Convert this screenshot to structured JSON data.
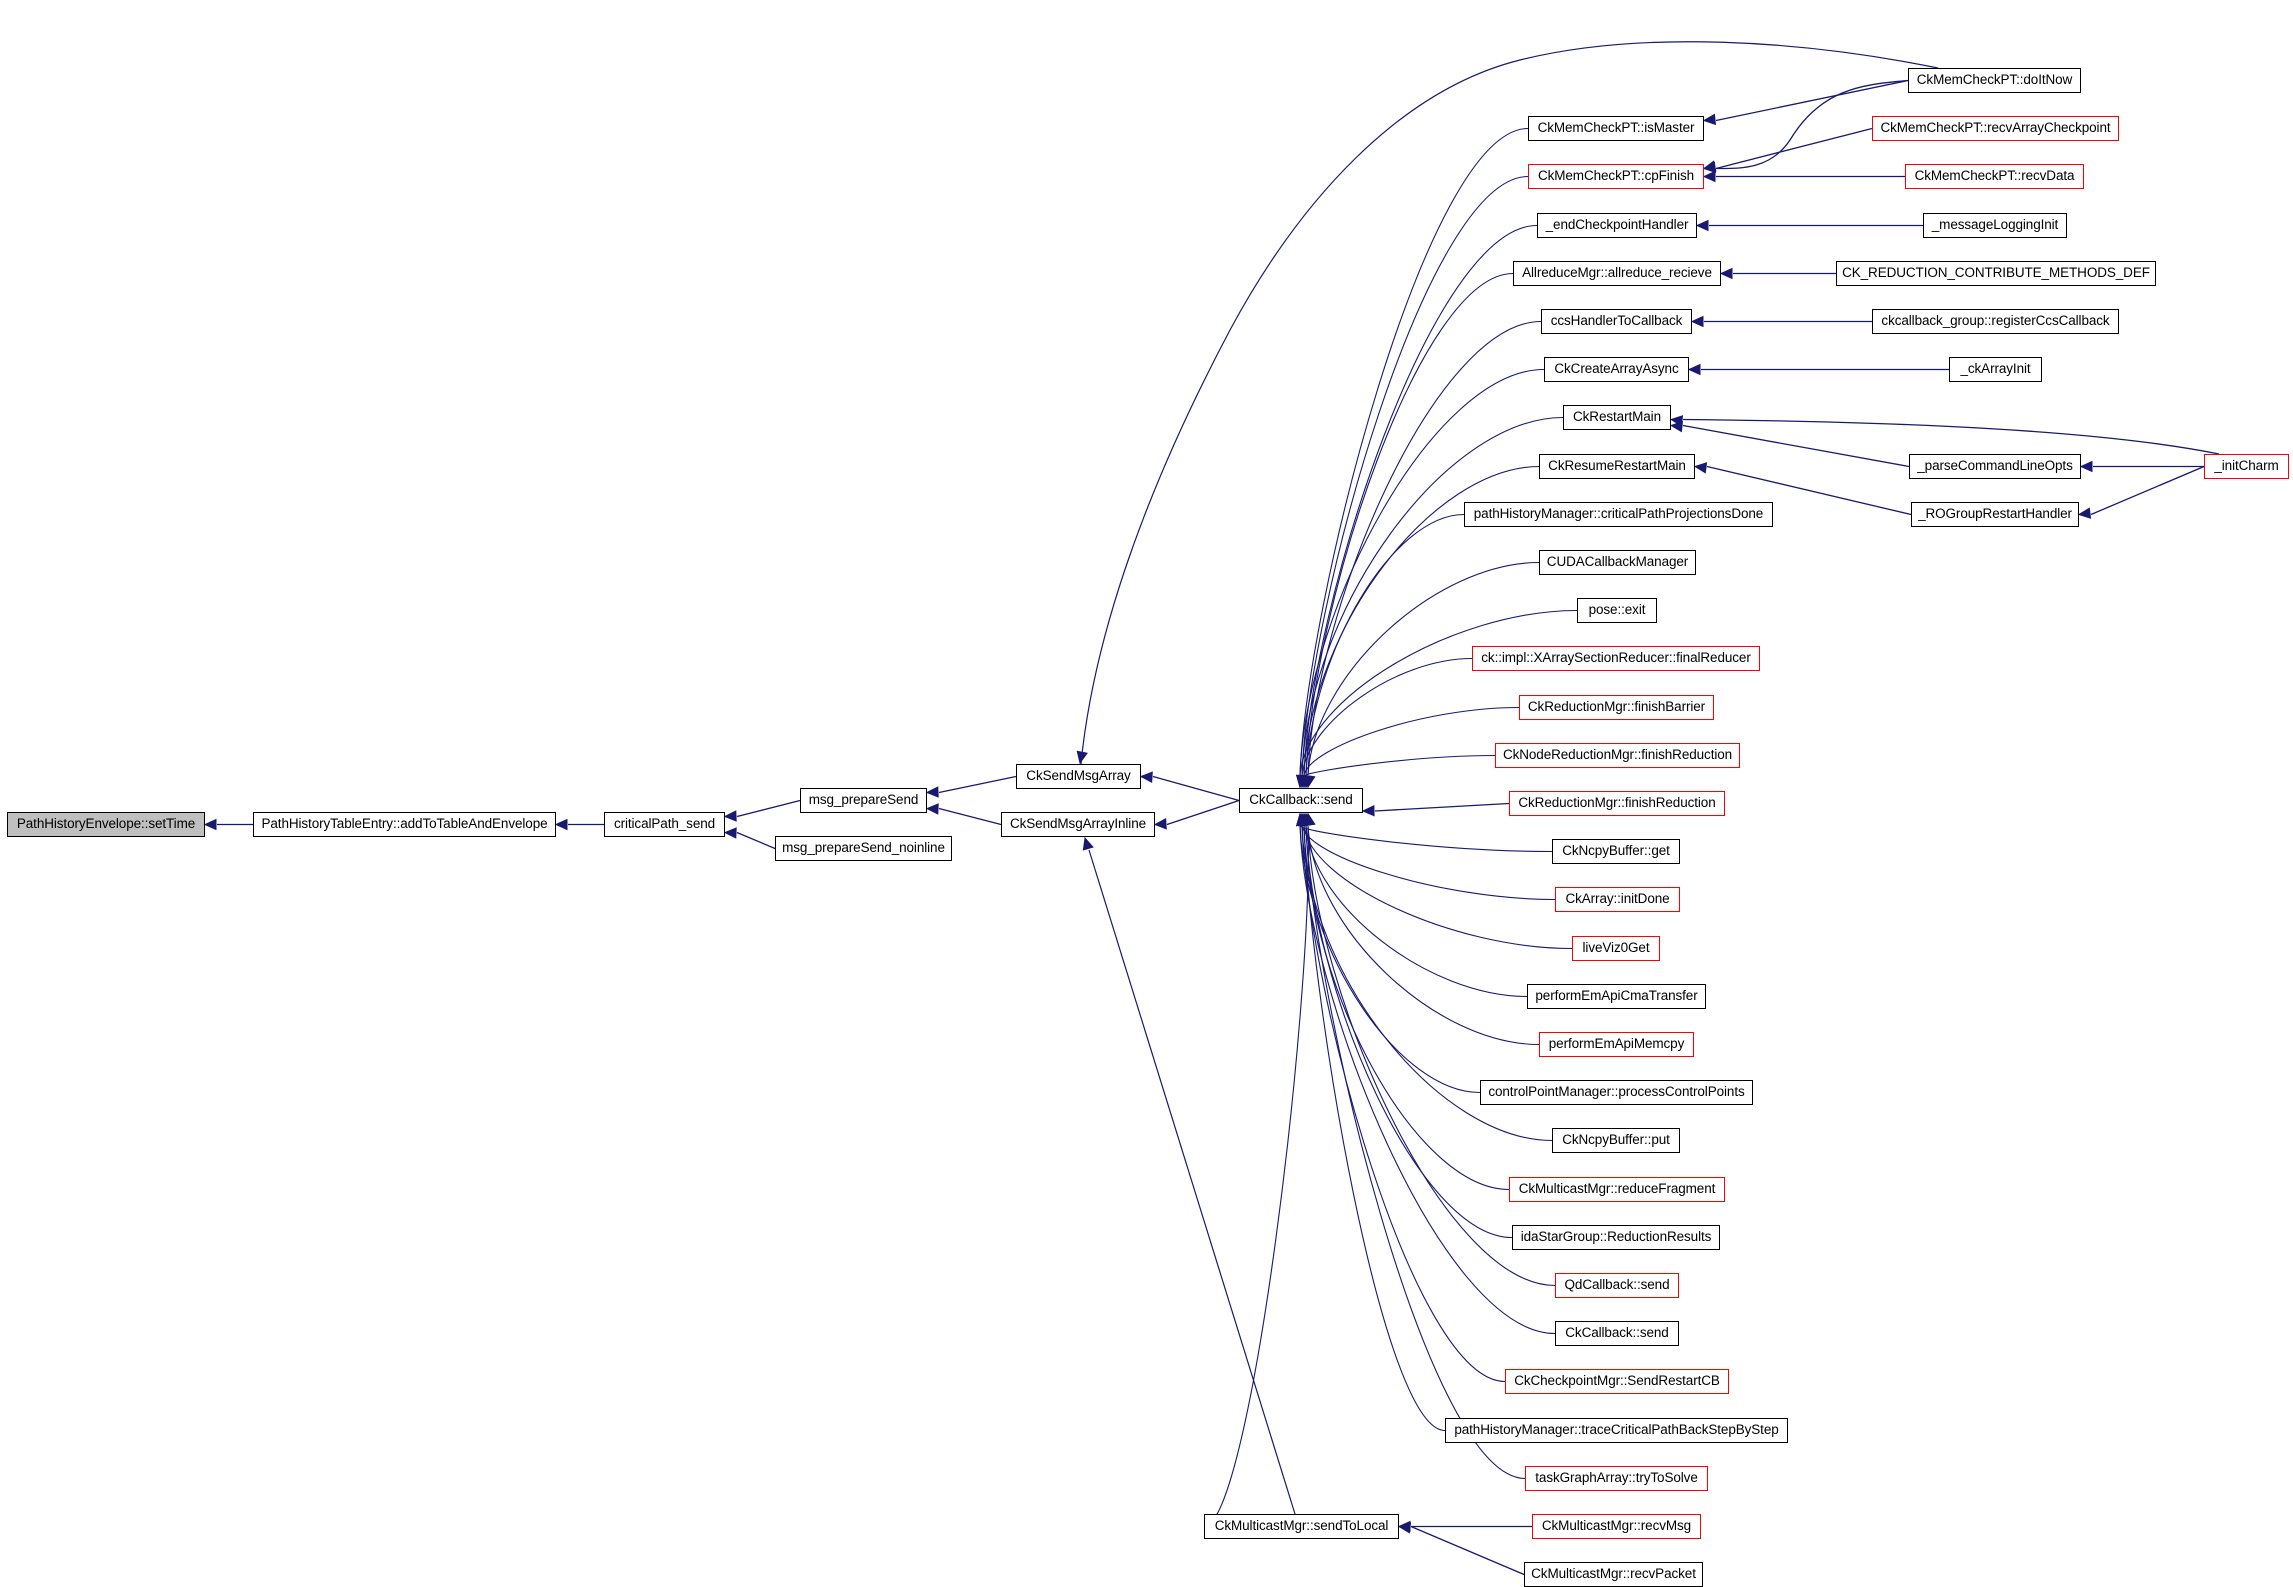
{
  "title": "Caller graph for PathHistoryEnvelope::setTime",
  "colors": {
    "edge": "#191970",
    "normal_border": "#000000",
    "incomplete_border": "#ff0000",
    "root_fill": "#bfbfbf"
  },
  "nodes": {
    "setTime": {
      "label": "PathHistoryEnvelope::setTime",
      "style": "root"
    },
    "addToTable": {
      "label": "PathHistoryTableEntry::addToTableAndEnvelope",
      "style": "normal"
    },
    "criticalPathSend": {
      "label": "criticalPath_send",
      "style": "normal"
    },
    "msgPrepareSend": {
      "label": "msg_prepareSend",
      "style": "normal"
    },
    "msgPrepareSendNoinline": {
      "label": "msg_prepareSend_noinline",
      "style": "normal"
    },
    "ckSendMsgArray": {
      "label": "CkSendMsgArray",
      "style": "normal"
    },
    "ckSendMsgArrayInline": {
      "label": "CkSendMsgArrayInline",
      "style": "normal"
    },
    "ckCallbackSend": {
      "label": "CkCallback::send",
      "style": "normal"
    },
    "doItNow": {
      "label": "CkMemCheckPT::doItNow",
      "style": "normal"
    },
    "isMaster": {
      "label": "CkMemCheckPT::isMaster",
      "style": "normal"
    },
    "recvArrayCheckpoint": {
      "label": "CkMemCheckPT::recvArrayCheckpoint",
      "style": "incomplete"
    },
    "cpFinish": {
      "label": "CkMemCheckPT::cpFinish",
      "style": "incomplete"
    },
    "recvData": {
      "label": "CkMemCheckPT::recvData",
      "style": "incomplete"
    },
    "endCheckpointHandler": {
      "label": "_endCheckpointHandler",
      "style": "normal"
    },
    "messageLoggingInit": {
      "label": "_messageLoggingInit",
      "style": "normal"
    },
    "allreduceRecieve": {
      "label": "AllreduceMgr::allreduce_recieve",
      "style": "normal"
    },
    "ckReductionDef": {
      "label": "CK_REDUCTION_CONTRIBUTE_METHODS_DEF",
      "style": "normal"
    },
    "ccsHandlerToCallback": {
      "label": "ccsHandlerToCallback",
      "style": "normal"
    },
    "registerCcsCallback": {
      "label": "ckcallback_group::registerCcsCallback",
      "style": "normal"
    },
    "ckCreateArrayAsync": {
      "label": "CkCreateArrayAsync",
      "style": "normal"
    },
    "ckArrayInit": {
      "label": "_ckArrayInit",
      "style": "normal"
    },
    "ckRestartMain": {
      "label": "CkRestartMain",
      "style": "normal"
    },
    "parseCommandLineOpts": {
      "label": "_parseCommandLineOpts",
      "style": "normal"
    },
    "initCharm": {
      "label": "_initCharm",
      "style": "incomplete"
    },
    "ckResumeRestartMain": {
      "label": "CkResumeRestartMain",
      "style": "normal"
    },
    "roGroupRestartHandler": {
      "label": "_ROGroupRestartHandler",
      "style": "normal"
    },
    "critPathProjDone": {
      "label": "pathHistoryManager::criticalPathProjectionsDone",
      "style": "normal"
    },
    "cudaCallbackManager": {
      "label": "CUDACallbackManager",
      "style": "normal"
    },
    "poseExit": {
      "label": "pose::exit",
      "style": "normal"
    },
    "finalReducer": {
      "label": "ck::impl::XArraySectionReducer::finalReducer",
      "style": "incomplete"
    },
    "finishBarrier": {
      "label": "CkReductionMgr::finishBarrier",
      "style": "incomplete"
    },
    "nodeFinishReduction": {
      "label": "CkNodeReductionMgr::finishReduction",
      "style": "incomplete"
    },
    "finishReduction": {
      "label": "CkReductionMgr::finishReduction",
      "style": "incomplete"
    },
    "ncpyGet": {
      "label": "CkNcpyBuffer::get",
      "style": "normal"
    },
    "arrayInitDone": {
      "label": "CkArray::initDone",
      "style": "incomplete"
    },
    "liveViz0Get": {
      "label": "liveViz0Get",
      "style": "incomplete"
    },
    "emApiCmaTransfer": {
      "label": "performEmApiCmaTransfer",
      "style": "normal"
    },
    "emApiMemcpy": {
      "label": "performEmApiMemcpy",
      "style": "incomplete"
    },
    "processControlPoints": {
      "label": "controlPointManager::processControlPoints",
      "style": "normal"
    },
    "ncpyPut": {
      "label": "CkNcpyBuffer::put",
      "style": "normal"
    },
    "reduceFragment": {
      "label": "CkMulticastMgr::reduceFragment",
      "style": "incomplete"
    },
    "reductionResults": {
      "label": "idaStarGroup::ReductionResults",
      "style": "normal"
    },
    "qdCallbackSend": {
      "label": "QdCallback::send",
      "style": "incomplete"
    },
    "ckCallbackSend2": {
      "label": "CkCallback::send",
      "style": "normal"
    },
    "sendRestartCB": {
      "label": "CkCheckpointMgr::SendRestartCB",
      "style": "incomplete"
    },
    "traceCritPath": {
      "label": "pathHistoryManager::traceCriticalPathBackStepByStep",
      "style": "normal"
    },
    "tryToSolve": {
      "label": "taskGraphArray::tryToSolve",
      "style": "incomplete"
    },
    "sendToLocal": {
      "label": "CkMulticastMgr::sendToLocal",
      "style": "normal"
    },
    "mcRecvMsg": {
      "label": "CkMulticastMgr::recvMsg",
      "style": "incomplete"
    },
    "mcRecvPacket": {
      "label": "CkMulticastMgr::recvPacket",
      "style": "normal"
    }
  },
  "edges": [
    [
      "addToTable",
      "setTime"
    ],
    [
      "criticalPathSend",
      "addToTable"
    ],
    [
      "msgPrepareSend",
      "criticalPathSend"
    ],
    [
      "msgPrepareSendNoinline",
      "criticalPathSend"
    ],
    [
      "ckSendMsgArray",
      "msgPrepareSend"
    ],
    [
      "ckSendMsgArrayInline",
      "msgPrepareSend"
    ],
    [
      "ckCallbackSend",
      "ckSendMsgArray"
    ],
    [
      "ckCallbackSend",
      "ckSendMsgArrayInline"
    ],
    [
      "doItNow",
      "ckSendMsgArray"
    ],
    [
      "sendToLocal",
      "ckSendMsgArrayInline"
    ],
    [
      "isMaster",
      "ckCallbackSend"
    ],
    [
      "cpFinish",
      "ckCallbackSend"
    ],
    [
      "endCheckpointHandler",
      "ckCallbackSend"
    ],
    [
      "allreduceRecieve",
      "ckCallbackSend"
    ],
    [
      "ccsHandlerToCallback",
      "ckCallbackSend"
    ],
    [
      "ckCreateArrayAsync",
      "ckCallbackSend"
    ],
    [
      "ckRestartMain",
      "ckCallbackSend"
    ],
    [
      "ckResumeRestartMain",
      "ckCallbackSend"
    ],
    [
      "critPathProjDone",
      "ckCallbackSend"
    ],
    [
      "cudaCallbackManager",
      "ckCallbackSend"
    ],
    [
      "poseExit",
      "ckCallbackSend"
    ],
    [
      "finalReducer",
      "ckCallbackSend"
    ],
    [
      "finishBarrier",
      "ckCallbackSend"
    ],
    [
      "nodeFinishReduction",
      "ckCallbackSend"
    ],
    [
      "finishReduction",
      "ckCallbackSend"
    ],
    [
      "ncpyGet",
      "ckCallbackSend"
    ],
    [
      "arrayInitDone",
      "ckCallbackSend"
    ],
    [
      "liveViz0Get",
      "ckCallbackSend"
    ],
    [
      "emApiCmaTransfer",
      "ckCallbackSend"
    ],
    [
      "emApiMemcpy",
      "ckCallbackSend"
    ],
    [
      "processControlPoints",
      "ckCallbackSend"
    ],
    [
      "ncpyPut",
      "ckCallbackSend"
    ],
    [
      "reduceFragment",
      "ckCallbackSend"
    ],
    [
      "reductionResults",
      "ckCallbackSend"
    ],
    [
      "qdCallbackSend",
      "ckCallbackSend"
    ],
    [
      "ckCallbackSend2",
      "ckCallbackSend"
    ],
    [
      "sendRestartCB",
      "ckCallbackSend"
    ],
    [
      "traceCritPath",
      "ckCallbackSend"
    ],
    [
      "tryToSolve",
      "ckCallbackSend"
    ],
    [
      "sendToLocal",
      "ckCallbackSend"
    ],
    [
      "doItNow",
      "isMaster"
    ],
    [
      "doItNow",
      "cpFinish"
    ],
    [
      "recvArrayCheckpoint",
      "cpFinish"
    ],
    [
      "recvData",
      "cpFinish"
    ],
    [
      "messageLoggingInit",
      "endCheckpointHandler"
    ],
    [
      "ckReductionDef",
      "allreduceRecieve"
    ],
    [
      "registerCcsCallback",
      "ccsHandlerToCallback"
    ],
    [
      "ckArrayInit",
      "ckCreateArrayAsync"
    ],
    [
      "initCharm",
      "ckRestartMain"
    ],
    [
      "parseCommandLineOpts",
      "ckRestartMain"
    ],
    [
      "initCharm",
      "parseCommandLineOpts"
    ],
    [
      "roGroupRestartHandler",
      "ckResumeRestartMain"
    ],
    [
      "initCharm",
      "roGroupRestartHandler"
    ],
    [
      "mcRecvMsg",
      "sendToLocal"
    ],
    [
      "mcRecvPacket",
      "sendToLocal"
    ]
  ]
}
